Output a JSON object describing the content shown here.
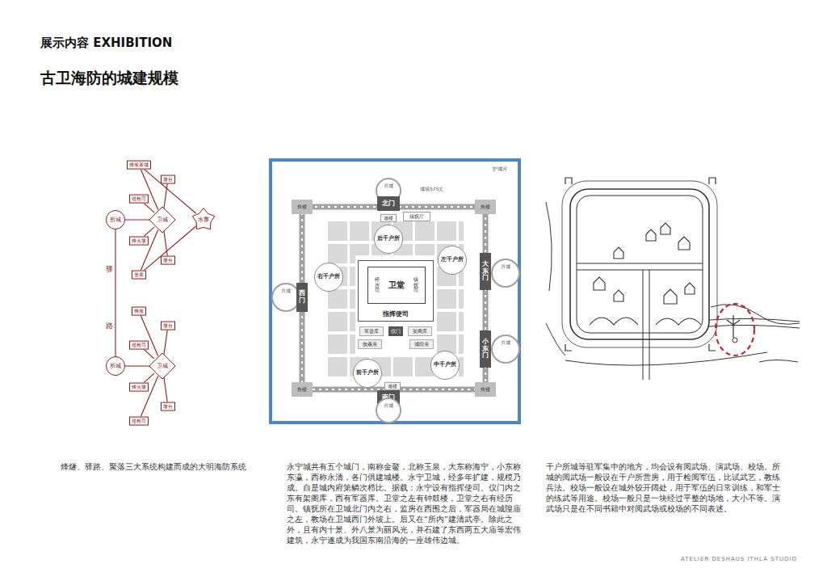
{
  "diagram": {
    "title": "古卫海防的城建规模",
    "nodes": [
      {
        "text": [
          "烽堠寨城"
        ]
      },
      {
        "text": [
          "墩台"
        ]
      },
      {
        "text": [
          "巡检司"
        ]
      },
      {
        "text": [
          "所城"
        ]
      },
      {
        "text": [
          "卫城"
        ]
      },
      {
        "text": [
          "水寨"
        ]
      },
      {
        "text": [
          "烽火墩"
        ]
      },
      {
        "text": [
          "墩台"
        ]
      },
      {
        "text": [
          "堡寨"
        ]
      },
      {
        "text": [
          "烽堠"
        ]
      },
      {
        "text": [
          "墩台"
        ]
      },
      {
        "text": [
          "巡检司"
        ]
      },
      {
        "text": [
          "所城"
        ]
      },
      {
        "text": [
          "卫城"
        ]
      },
      {
        "text": [
          "烽火墩"
        ]
      },
      {
        "text": [
          "墩台"
        ]
      },
      {
        "text": [
          "巡检司"
        ]
      },
      {
        "text": [
          "月城"
        ]
      },
      {
        "text": [
          "角楼"
        ]
      },
      {
        "text": [
          "北门"
        ]
      },
      {
        "text": [
          "角楼"
        ]
      },
      {
        "text": [
          "谯楼"
        ]
      },
      {
        "text": [
          "镇抚厅"
        ]
      },
      {
        "text": [
          "后千户所"
        ]
      },
      {
        "text": [
          "左千户所"
        ]
      },
      {
        "text": [
          "大东门"
        ]
      },
      {
        "text": [
          "月城"
        ]
      },
      {
        "text": [
          "月城"
        ]
      },
      {
        "text": [
          "西门"
        ]
      },
      {
        "text": [
          "右千户所"
        ]
      },
      {
        "text": [
          "指挥使司"
        ]
      },
      {
        "text": [
          "经历司",
          "卫堂",
          "镇抚司"
        ],
        "in": 30
      },
      {
        "text": [
          "军器库"
        ]
      },
      {
        "text": [
          "仪门"
        ]
      },
      {
        "text": [
          "架阁库"
        ]
      },
      {
        "text": [
          "旗纛庙"
        ]
      },
      {
        "text": [
          "城隍庙"
        ]
      },
      {
        "text": [
          "小东门"
        ]
      },
      {
        "text": [
          "月城"
        ]
      },
      {
        "text": [
          "中千户所"
        ]
      },
      {
        "text": [
          "前千户所"
        ]
      },
      {
        "text": [
          "谯楼"
        ]
      },
      {
        "text": [
          "角楼"
        ]
      },
      {
        "text": [
          "南门"
        ]
      },
      {
        "text": [
          "角楼"
        ]
      },
      {
        "text": [
          "月城"
        ]
      }
    ],
    "edges": [
      {
        "from": 4,
        "to": 0,
        "arrow": "none"
      },
      {
        "from": 4,
        "to": 1,
        "arrow": "none"
      },
      {
        "from": 4,
        "to": 2,
        "arrow": "none"
      },
      {
        "from": 4,
        "to": 6,
        "arrow": "none"
      },
      {
        "from": 4,
        "to": 7,
        "arrow": "none"
      },
      {
        "from": 4,
        "to": 8,
        "arrow": "none"
      },
      {
        "from": 3,
        "to": 4,
        "arrow": "none"
      },
      {
        "from": 0,
        "to": 5,
        "arrow": "none"
      },
      {
        "from": 8,
        "to": 5,
        "arrow": "none"
      },
      {
        "from": 13,
        "to": 9,
        "arrow": "none"
      },
      {
        "from": 13,
        "to": 10,
        "arrow": "none"
      },
      {
        "from": 13,
        "to": 11,
        "arrow": "none"
      },
      {
        "from": 13,
        "to": 14,
        "arrow": "none"
      },
      {
        "from": 13,
        "to": 15,
        "arrow": "none"
      },
      {
        "from": 13,
        "to": 16,
        "arrow": "none"
      },
      {
        "from": 12,
        "to": 13,
        "arrow": "none"
      },
      {
        "from": 3,
        "to": 12,
        "arrow": "none"
      }
    ],
    "labels": [
      "展示内容 EXHIBITION",
      "驿",
      "路",
      "护城河",
      "城墙575丈",
      "烽燧、驿路、聚落三大系统构建而成的大明海防系统",
      "永宁城共有五个城门，南称金鳌，北称玉泉，大东称海宁，小东称东瀛，西称永清，各门俱建城楼。永宁卫城，经多年扩建，规模乃成。自是城内府第鳞次栉比。据载：永宁设有指挥使司。仪门内之东有架阁库，西有军器库。卫堂之左有钟鼓楼，卫堂之右有经历司。镇抚所在卫城北门内之右，监房在西围之后，军器局在城隍庙之左，教场在卫城西门外坡上。后又在“所内”建清武亭。除此之外，且有内十景、外八景为丽风光，并石建了东西两五大庙等宏伟建筑，永宁遂成为我国东南沿海的一座雄伟边城。",
      "千户所城等驻军集中的地方，均会设有阅武场、演武场、校场。所城的阅武场一般设在千户所营房，用于检阅军伍，比试武艺，教练兵法。校场一般设在城外较开阔处，用于军伍的日常训练，和军士的练武等用途。校场一般只是一块经过平整的场地，大小不等。演武场只是在不同书籍中对阅武场或校场的不同表述。",
      "ATELIER DESHAUS ITHLA STUDIO"
    ]
  }
}
